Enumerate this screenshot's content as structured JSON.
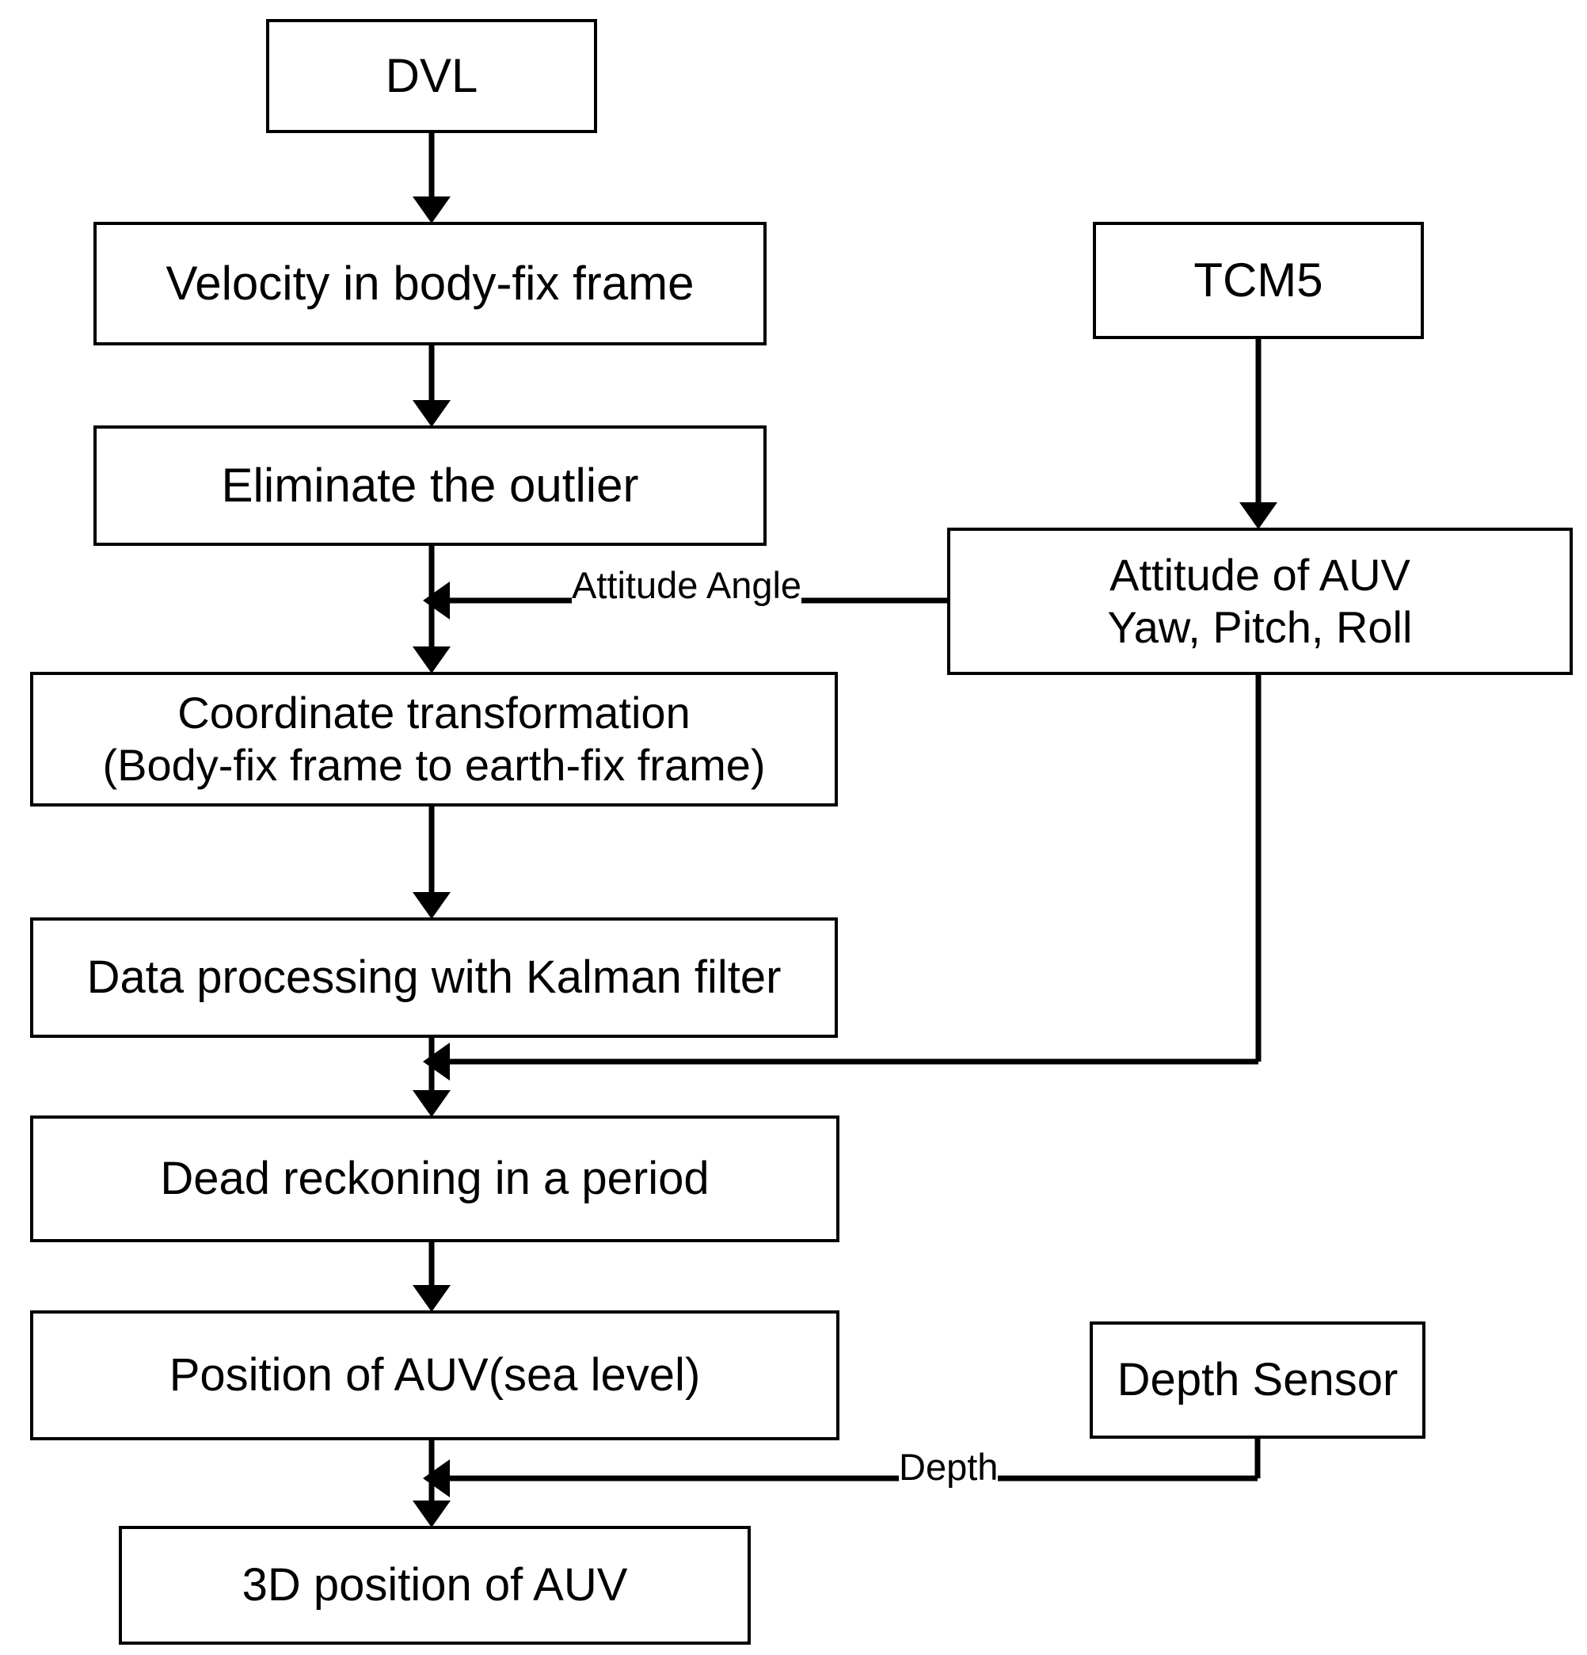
{
  "diagram": {
    "title": "AUV dead reckoning navigation flowchart",
    "stroke_color": "#000000",
    "fill_color": "#ffffff"
  },
  "nodes": {
    "dvl": "DVL",
    "velocity": "Velocity in body-fix frame",
    "eliminate": "Eliminate the outlier",
    "coordinate": "Coordinate transformation\n(Body-fix frame to earth-fix frame)",
    "kalman": "Data processing with Kalman filter",
    "dead_reckoning": "Dead reckoning in a period",
    "position": "Position of AUV(sea level)",
    "three_d": "3D position of AUV",
    "tcm5": "TCM5",
    "attitude": "Attitude of AUV\nYaw, Pitch, Roll",
    "depth_sensor": "Depth Sensor"
  },
  "edge_labels": {
    "attitude_angle": "Attitude Angle",
    "depth": "Depth"
  },
  "edges": [
    {
      "from": "dvl",
      "to": "velocity",
      "kind": "arrow-down"
    },
    {
      "from": "velocity",
      "to": "eliminate",
      "kind": "arrow-down"
    },
    {
      "from": "eliminate",
      "to": "coordinate",
      "kind": "arrow-down"
    },
    {
      "from": "coordinate",
      "to": "kalman",
      "kind": "arrow-down"
    },
    {
      "from": "kalman",
      "to": "dead_reckoning",
      "kind": "arrow-down"
    },
    {
      "from": "dead_reckoning",
      "to": "position",
      "kind": "arrow-down"
    },
    {
      "from": "position",
      "to": "three_d",
      "kind": "arrow-down"
    },
    {
      "from": "tcm5",
      "to": "attitude",
      "kind": "arrow-down"
    },
    {
      "from": "attitude",
      "to": "eliminate-coordinate-link",
      "kind": "arrow-left",
      "label": "Attitude Angle"
    },
    {
      "from": "attitude",
      "to": "kalman-dead-link",
      "kind": "arrow-left-elbow"
    },
    {
      "from": "depth_sensor",
      "to": "position-three_d-link",
      "kind": "arrow-left-elbow",
      "label": "Depth"
    }
  ]
}
